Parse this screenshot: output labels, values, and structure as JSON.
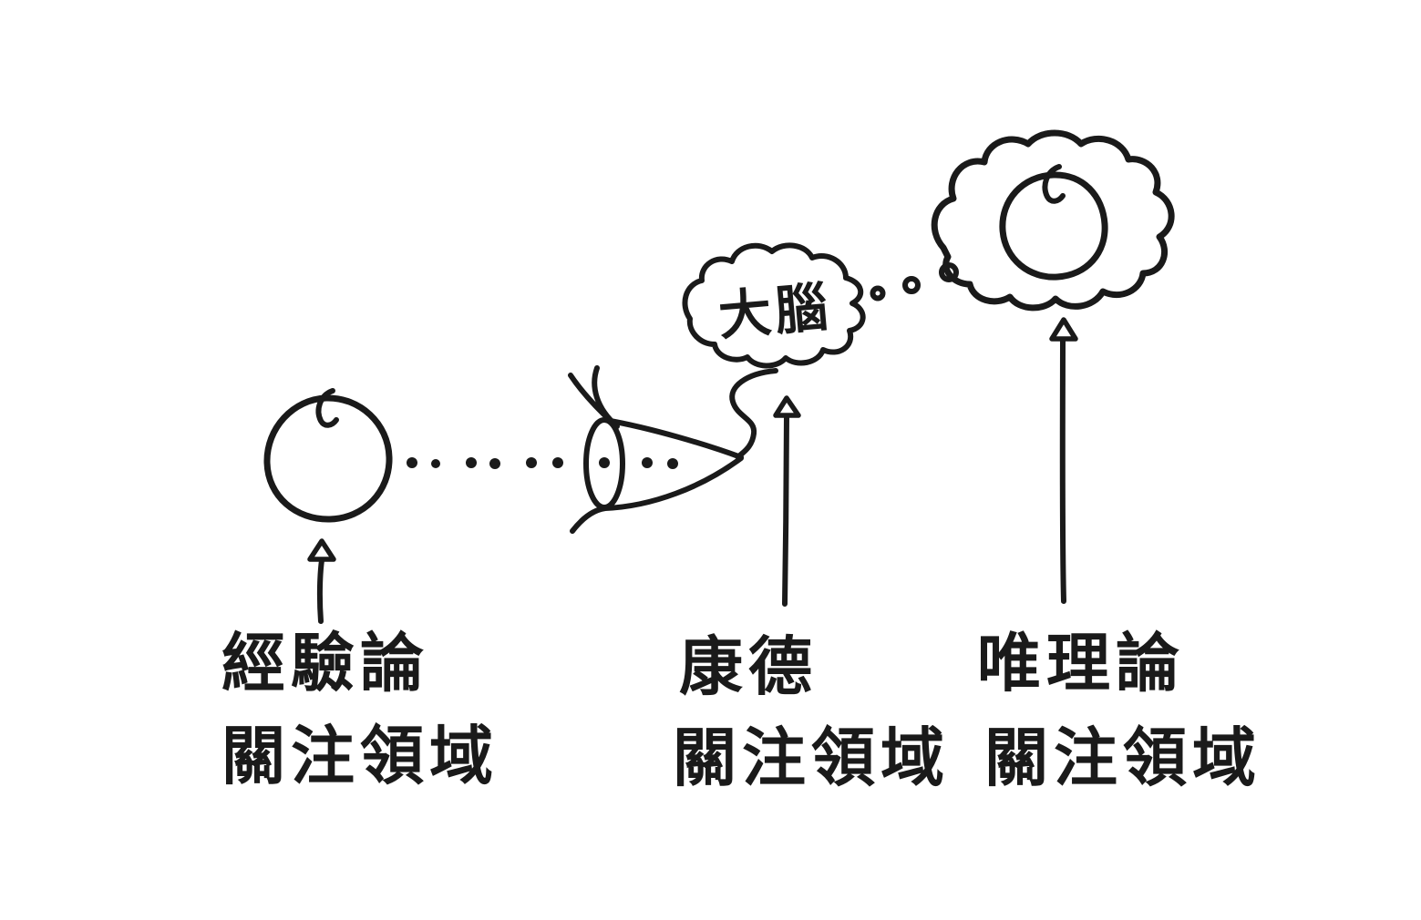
{
  "colors": {
    "ink": "#1a1a1a",
    "background": "#ffffff"
  },
  "diagram": {
    "brain_cloud_label": "大腦",
    "labels": {
      "empiricism": {
        "title": "經驗論",
        "caption": "關注領域"
      },
      "kant": {
        "title": "康德",
        "caption": "關注領域"
      },
      "rationalism": {
        "title": "唯理論",
        "caption": "關注領域"
      }
    },
    "icons": {
      "real_apple": "hand-drawn apple (circle with stem hook)",
      "eye_cone": "eye lens with vision cone and lashes",
      "sight_line": "dotted line of sight",
      "brain_cloud": "scalloped cloud containing brain label",
      "thought_trail": "three small thought bubbles",
      "mental_image_cloud": "thought cloud containing imagined apple",
      "up_arrows": "three hand-drawn upward arrows"
    }
  }
}
